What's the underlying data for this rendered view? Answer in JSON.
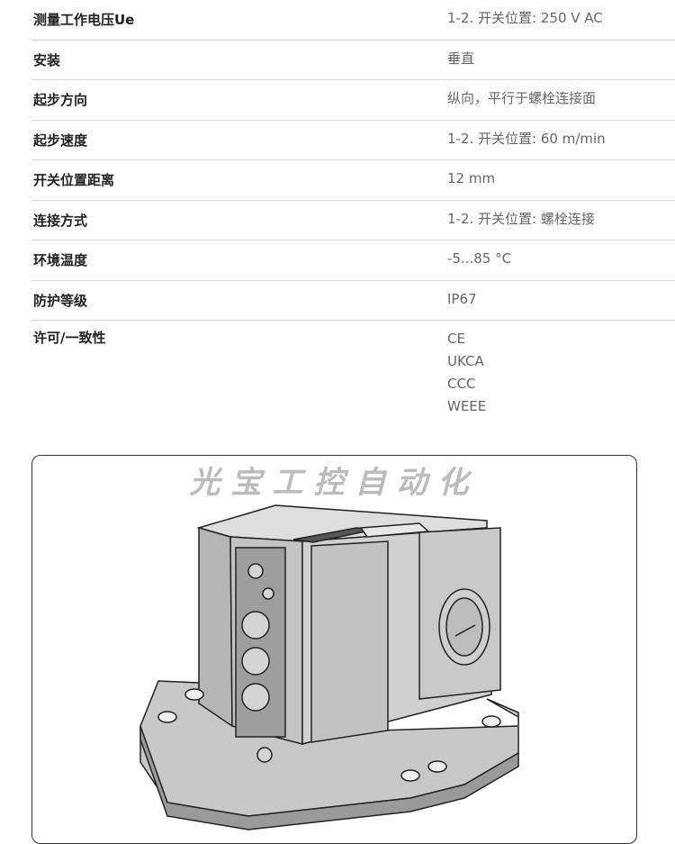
{
  "specs": [
    {
      "label": "测量工作电压Ue",
      "values": [
        "1-2. 开关位置: 250 V AC"
      ]
    },
    {
      "label": "安装",
      "values": [
        "垂直"
      ]
    },
    {
      "label": "起步方向",
      "values": [
        "纵向，平行于螺栓连接面"
      ]
    },
    {
      "label": "起步速度",
      "values": [
        "1-2. 开关位置: 60 m/min"
      ]
    },
    {
      "label": "开关位置距离",
      "values": [
        "12 mm"
      ]
    },
    {
      "label": "连接方式",
      "values": [
        "1-2. 开关位置: 螺栓连接"
      ]
    },
    {
      "label": "环境温度",
      "values": [
        "-5...85 °C"
      ]
    },
    {
      "label": "防护等级",
      "values": [
        "IP67"
      ]
    },
    {
      "label": "许可/一致性",
      "values": [
        "CE",
        "UKCA",
        "CCC",
        "WEEE"
      ]
    }
  ],
  "image": {
    "watermark": "光宝工控自动化"
  }
}
